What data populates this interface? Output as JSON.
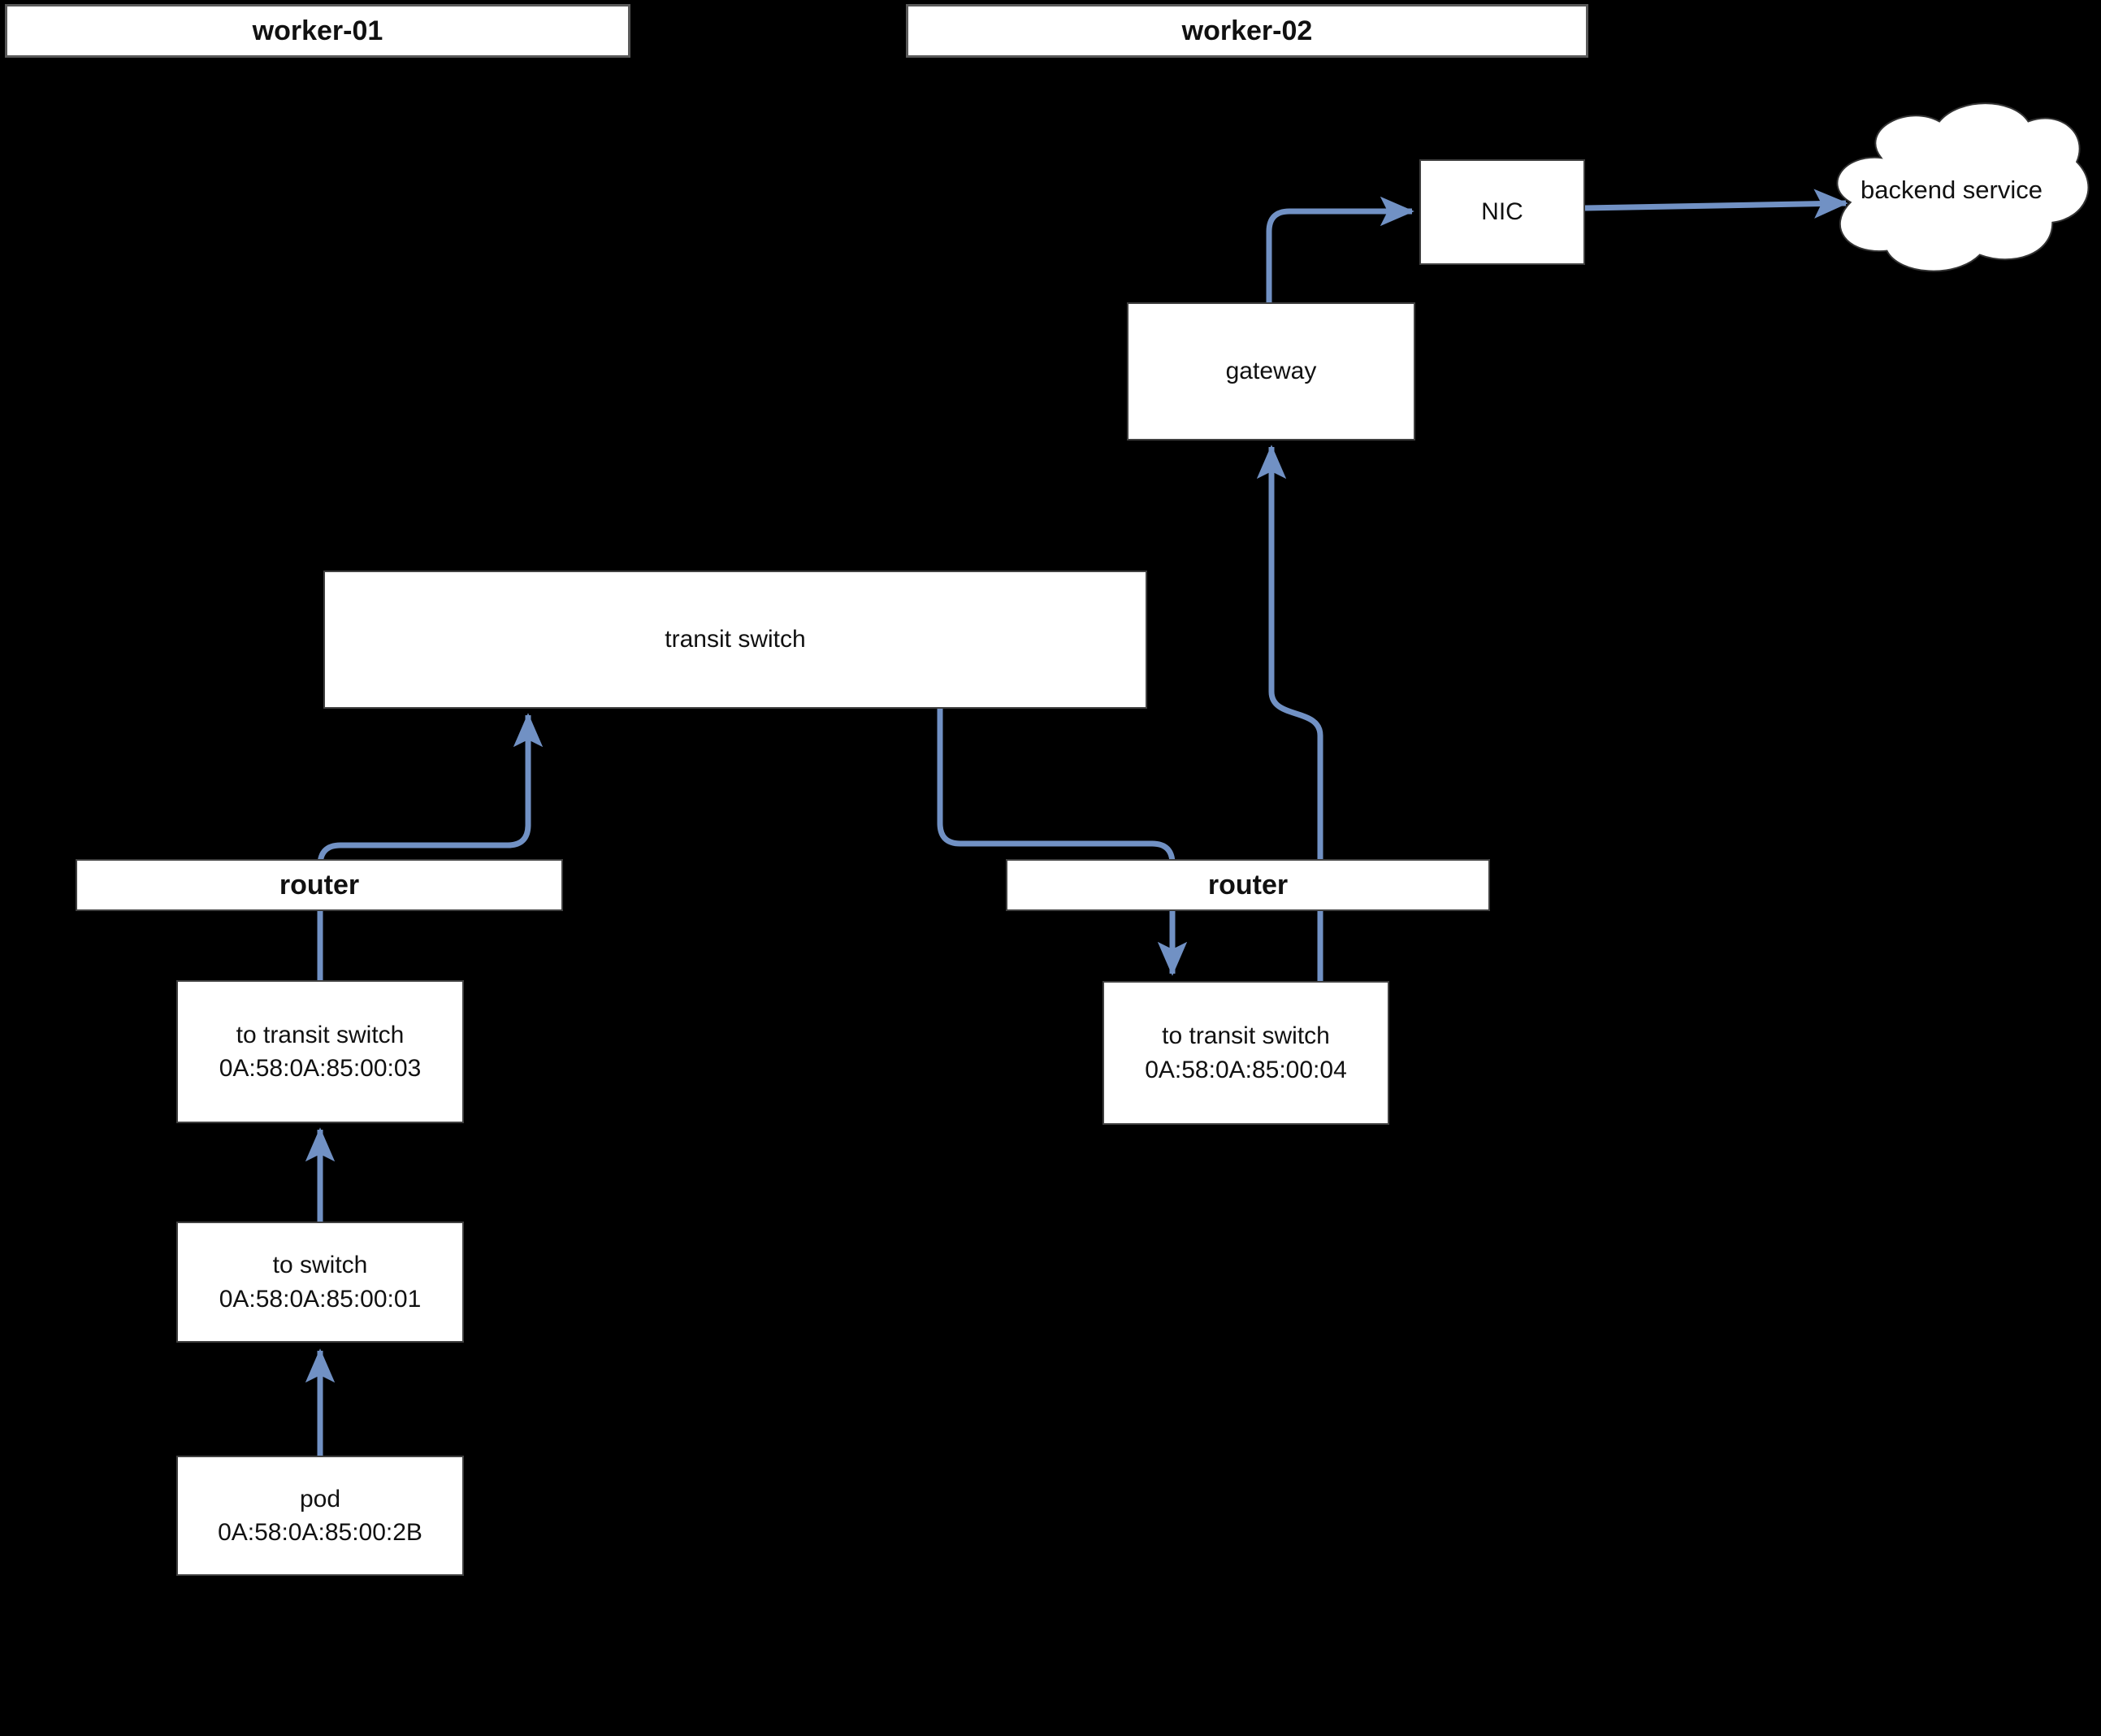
{
  "diagram": {
    "worker1": {
      "title": "worker-01"
    },
    "worker2": {
      "title": "worker-02"
    },
    "nic": {
      "label": "NIC"
    },
    "backend": {
      "label": "backend service"
    },
    "gateway": {
      "label": "gateway"
    },
    "transit_switch": {
      "label": "transit switch"
    },
    "router_left": {
      "label": "router"
    },
    "router_right": {
      "label": "router"
    },
    "to_transit_left": {
      "line1": "to transit switch",
      "line2": "0A:58:0A:85:00:03"
    },
    "to_transit_right": {
      "line1": "to transit switch",
      "line2": "0A:58:0A:85:00:04"
    },
    "to_switch": {
      "line1": "to switch",
      "line2": "0A:58:0A:85:00:01"
    },
    "pod": {
      "line1": "pod",
      "line2": "0A:58:0A:85:00:2B"
    },
    "colors": {
      "background": "#000000",
      "arrow": "#7191c4",
      "box_background": "#ffffff",
      "box_border": "#404040",
      "text": "#111111"
    }
  }
}
